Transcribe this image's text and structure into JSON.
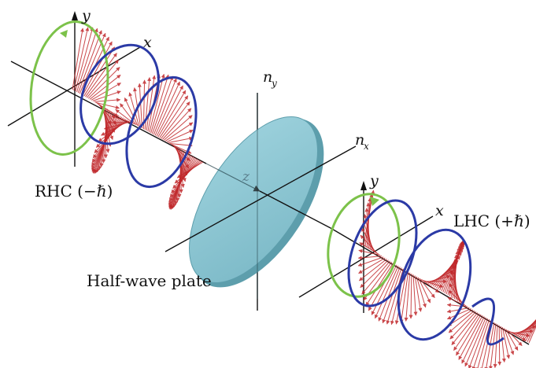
{
  "labels": {
    "rhc": "RHC (−ℏ)",
    "lhc": "LHC (+ℏ)",
    "plate": "Half-wave plate",
    "left_x": "x",
    "left_y": "y",
    "right_x": "x",
    "right_y": "y",
    "n": "n",
    "nx_sub": "x",
    "ny_sub": "y",
    "z": "z"
  },
  "colors": {
    "field_vectors": "#c0282b",
    "helix_envelope": "#2b3aa6",
    "polarization_circle": "#7cc24a",
    "plate_fill": "#86c3d0",
    "plate_edge": "#5d9eac",
    "axes": "#111111"
  }
}
